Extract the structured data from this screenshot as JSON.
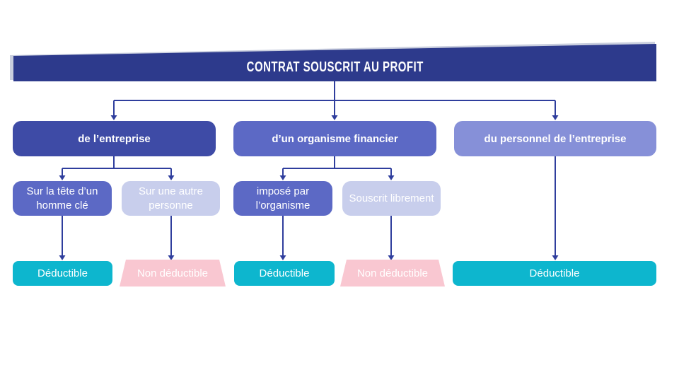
{
  "banner": {
    "title": "CONTRAT SOUSCRIT AU PROFIT"
  },
  "tree": {
    "branches": [
      {
        "label": "de l’entreprise",
        "children": [
          {
            "label": "Sur la tête d’un homme clé",
            "outcome": "Déductible",
            "deductible": true
          },
          {
            "label": "Sur une autre personne",
            "outcome": "Non déductible",
            "deductible": false
          }
        ]
      },
      {
        "label": "d’un organisme financier",
        "children": [
          {
            "label": "imposé par l’organisme",
            "outcome": "Déductible",
            "deductible": true
          },
          {
            "label": "Souscrit librement",
            "outcome": "Non déductible",
            "deductible": false
          }
        ]
      },
      {
        "label": "du personnel de l’entreprise",
        "children": [],
        "outcome": "Déductible",
        "deductible": true
      }
    ]
  },
  "colors": {
    "banner": "#2d3a8c",
    "branch1": "#3e4ba6",
    "branch2": "#5c69c5",
    "branch3": "#8690d8",
    "subdark": "#5c69c5",
    "sublight": "#c8ceec",
    "teal": "#0db6ce",
    "pink": "#f9c7d1",
    "connector": "#2f3e9d"
  }
}
